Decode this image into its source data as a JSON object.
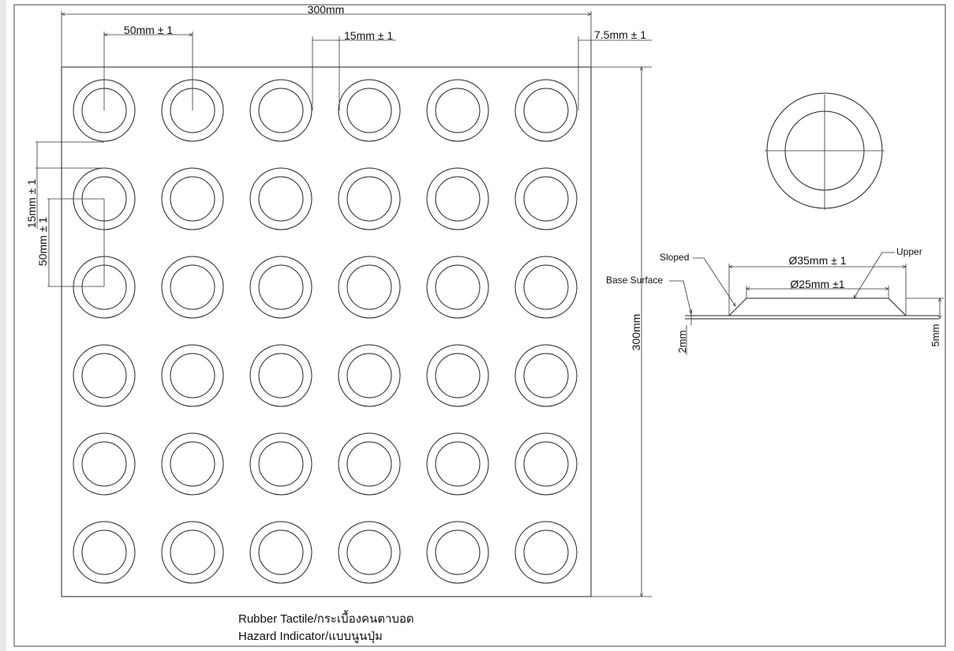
{
  "plan": {
    "overall_width": "300mm",
    "overall_height": "300mm",
    "dome_pitch": "50mm ± 1",
    "dome_gap": "15mm ± 1",
    "edge_margin": "7.5mm ± 1",
    "side_gap": "15mm ± 1",
    "side_pitch": "50mm ± 1",
    "grid_rows": 6,
    "grid_cols": 6
  },
  "section": {
    "sloped_label": "Sloped",
    "upper_label": "Upper",
    "base_label": "Base Surface",
    "outer_diameter": "Ø35mm ± 1",
    "inner_diameter": "Ø25mm ±1",
    "base_thickness": "2mm",
    "dome_height": "5mm"
  },
  "caption": {
    "line1": "Rubber Tactile/กระเบื้องคนตาบอด",
    "line2": "Hazard Indicator/แบบนูนปุ่ม"
  }
}
